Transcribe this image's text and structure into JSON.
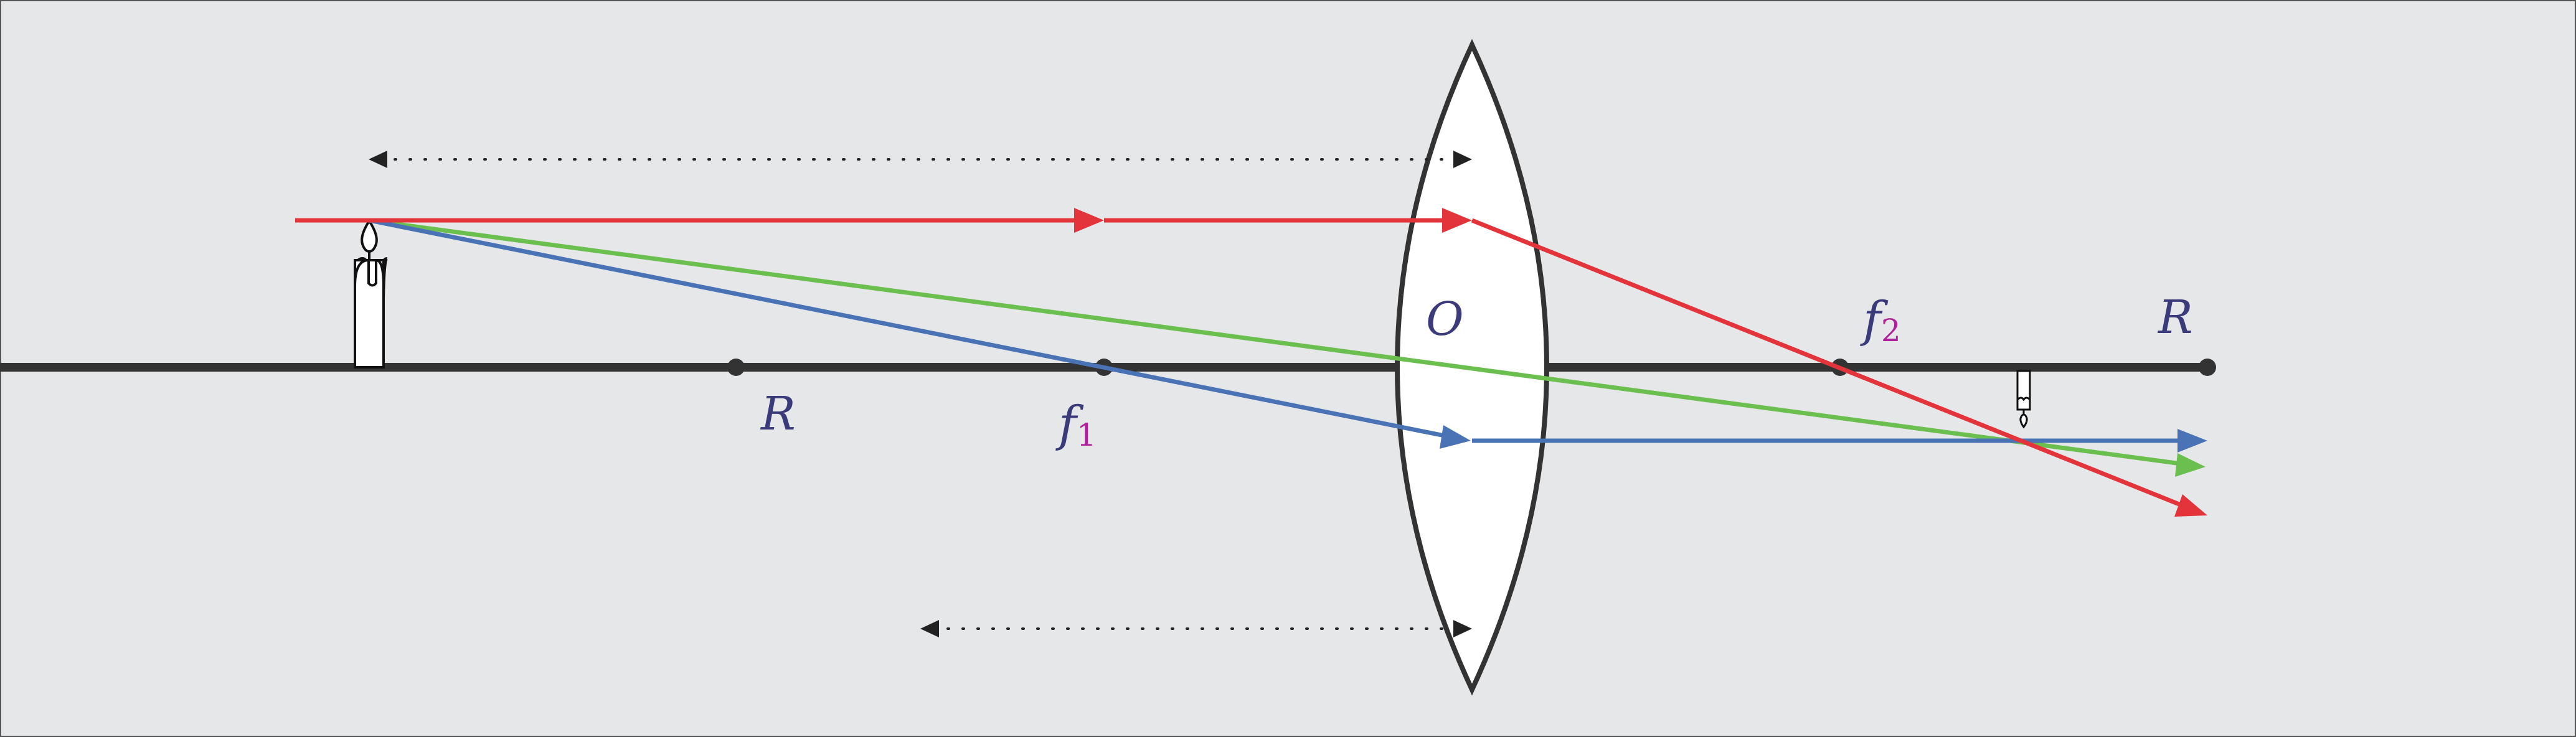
{
  "labels": {
    "radius_left": "R",
    "focus_left_main": "f",
    "focus_left_sub": "1",
    "optical_center": "O",
    "focus_right_main": "f",
    "focus_right_sub": "2",
    "radius_right": "R"
  },
  "colors": {
    "background": "#e6e7e9",
    "axis": "#333333",
    "lens_fill": "#ffffff",
    "lens_stroke": "#333333",
    "ray_parallel": "#e3343b",
    "ray_focal": "#4a73b5",
    "ray_center": "#6bbf4e",
    "label": "#3b3a7a",
    "label_subscript": "#b0209a",
    "dimension": "#222222"
  },
  "icons": [
    "candle-object-icon",
    "candle-image-icon"
  ]
}
